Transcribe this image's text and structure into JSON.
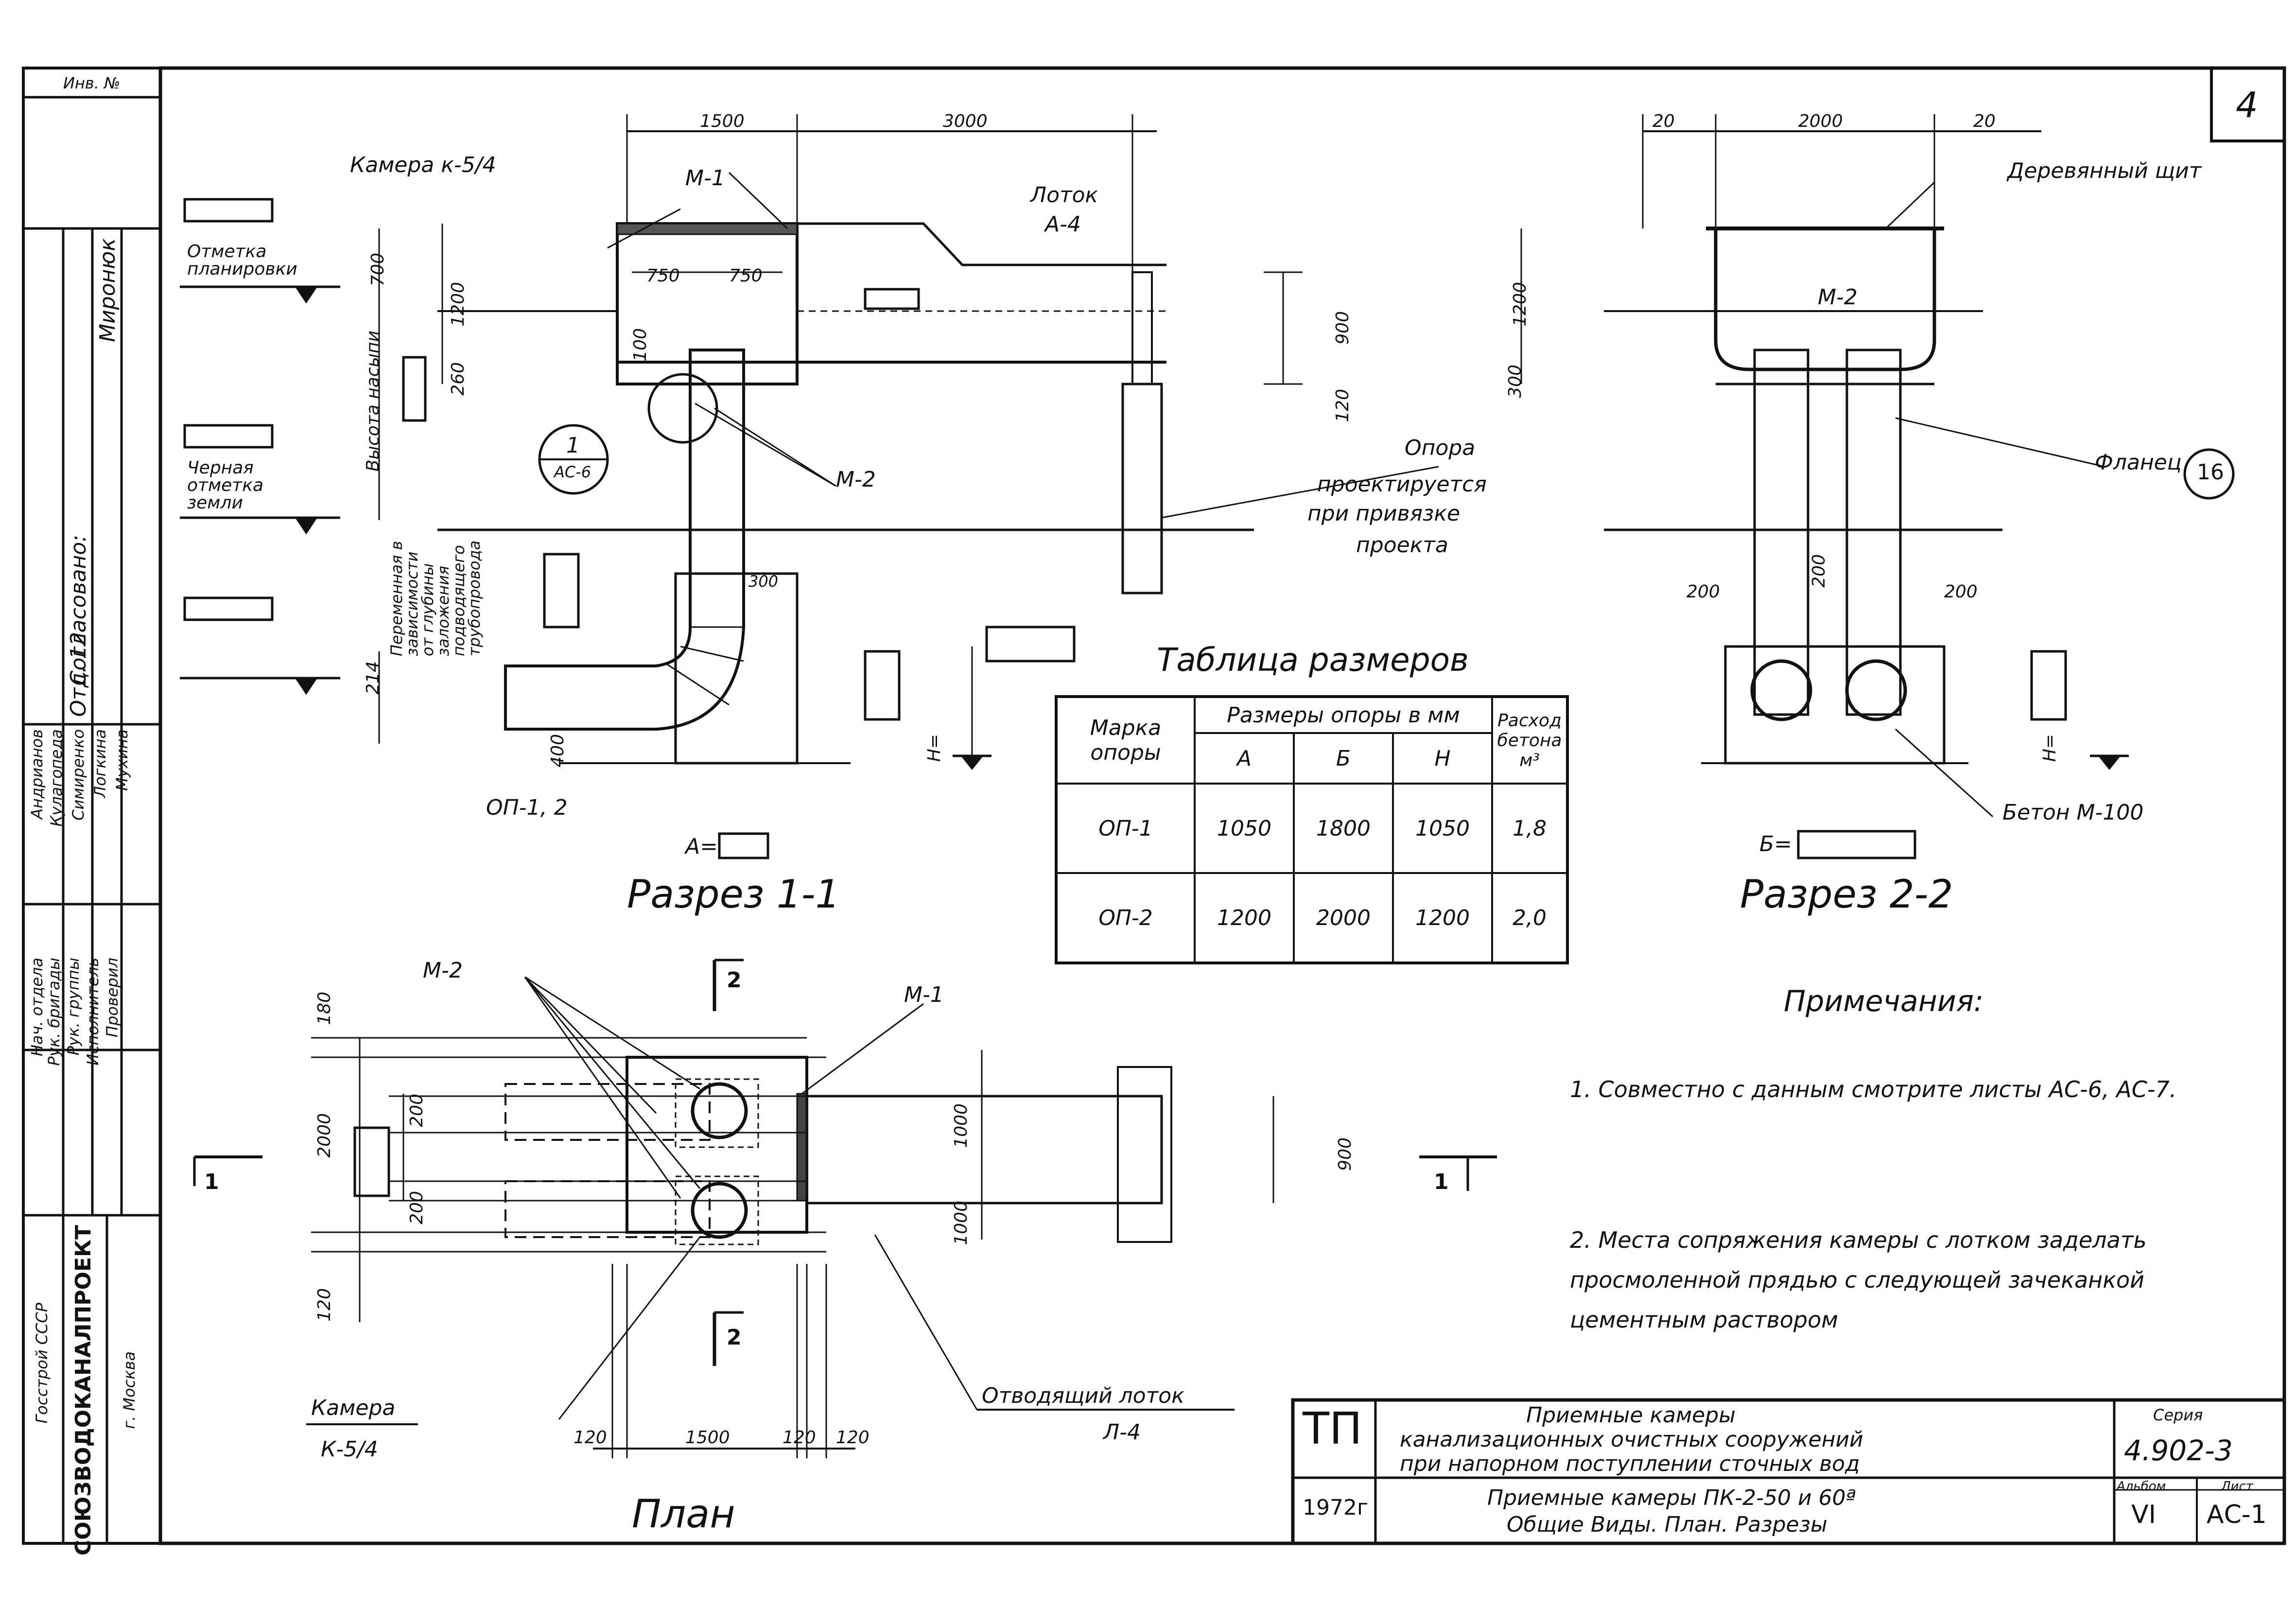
{
  "sheet": {
    "page_number": "4",
    "inventory_label": "Инв. №"
  },
  "side_stamp": {
    "approved": "Согласовано:",
    "approved_dept": "Отд. 12",
    "approved_signer": "Миронюк",
    "roles": [
      "Нач. отдела",
      "Рук. бригады",
      "Рук. группы",
      "Исполнитель",
      "Проверил"
    ],
    "names": [
      "Андрианов",
      "Кулагопеда",
      "Симиренко",
      "Логкина",
      "Мухина"
    ],
    "org_line1": "Госстрой СССР",
    "org_line2": "СОЮЗВОДОКАНАЛПРОЕКТ",
    "org_line3": "г. Москва"
  },
  "section_1_1": {
    "title": "Разрез   1-1",
    "chamber_label": "Камера к-5/4",
    "m1_label": "М-1",
    "m2_label": "М-2",
    "tray_label": "Лоток",
    "tray_mark": "А-4",
    "grade_mark": "Отметка планировки",
    "ground_mark": "Черная отметка земли",
    "fill_height": "Высота насыпи",
    "variable_note": "Переменная в зависимости от глубины заложения подводящего трубопровода",
    "support_note_line1": "Опора",
    "support_note_line2": "проектируется",
    "support_note_line3": "при привязке",
    "support_note_line4": "проекта",
    "support_mark": "ОП-1, 2",
    "callout_num": "1",
    "callout_sheet": "АС-6",
    "a_eq": "А=",
    "h_eq": "Н=",
    "dims": {
      "d1500": "1500",
      "d3000": "3000",
      "d700": "700",
      "d1200": "1200",
      "d750a": "750",
      "d750b": "750",
      "d100": "100",
      "d260": "260",
      "d900": "900",
      "d120": "120",
      "d300": "300",
      "d214": "214",
      "d400": "400"
    }
  },
  "section_2_2": {
    "title": "Разрез  2-2",
    "wood_shield": "Деревянный щит",
    "m2_label": "М-2",
    "flange": "Фланец",
    "flange_num": "16",
    "concrete": "Бетон М-100",
    "b_eq": "Б=",
    "h_eq": "Н=",
    "dims": {
      "d20a": "20",
      "d2000": "2000",
      "d20b": "20",
      "d1200": "1200",
      "d300": "300",
      "d200a": "200",
      "d200b": "200",
      "d200c": "200"
    }
  },
  "plan": {
    "title": "План",
    "m2_label": "М-2",
    "m1_label": "М-1",
    "chamber": "Камера",
    "chamber_mark": "К-5/4",
    "outlet_tray": "Отводящий лоток",
    "outlet_mark": "Л-4",
    "cut_1": "1",
    "cut_2": "2",
    "dims": {
      "d120a": "120",
      "d1500": "1500",
      "d120b": "120",
      "d120c": "120",
      "d2000": "2000",
      "d200a": "200",
      "d200b": "200",
      "d1000a": "1000",
      "d1000b": "1000",
      "d900": "900",
      "d120side": "120",
      "d180": "180"
    }
  },
  "size_table": {
    "title": "Таблица размеров",
    "col_mark": "Марка опоры",
    "col_sizes": "Размеры опоры в мм",
    "col_a": "А",
    "col_b": "Б",
    "col_h": "Н",
    "col_concrete": "Расход бетона м³",
    "rows": [
      {
        "mark": "ОП-1",
        "a": "1050",
        "b": "1800",
        "h": "1050",
        "concrete": "1,8"
      },
      {
        "mark": "ОП-2",
        "a": "1200",
        "b": "2000",
        "h": "1200",
        "concrete": "2,0"
      }
    ]
  },
  "notes": {
    "heading": "Примечания:",
    "note1": "1. Совместно  с  данным  смотрите  листы АС-6, АС-7.",
    "note2": "2. Места сопряжения камеры с лотком заделать просмоленной прядью с  следующей зачеканкой цементным раствором"
  },
  "title_block": {
    "td": "ТП",
    "year": "1972г",
    "title_line1": "Приемные          камеры",
    "title_line2": "канализационных   очистных   сооружений",
    "title_line3": "при  напорном  поступлении  сточных  вод",
    "subtitle_line1": "Приемные  камеры  ПК-2-50 и 60ª",
    "subtitle_line2": "Общие  Виды. План. Разрезы",
    "series_label": "Серия",
    "series_value": "4.902-3",
    "album_label": "Альбом",
    "album_value": "VI",
    "sheet_label": "Лист",
    "sheet_value": "АС-1"
  }
}
